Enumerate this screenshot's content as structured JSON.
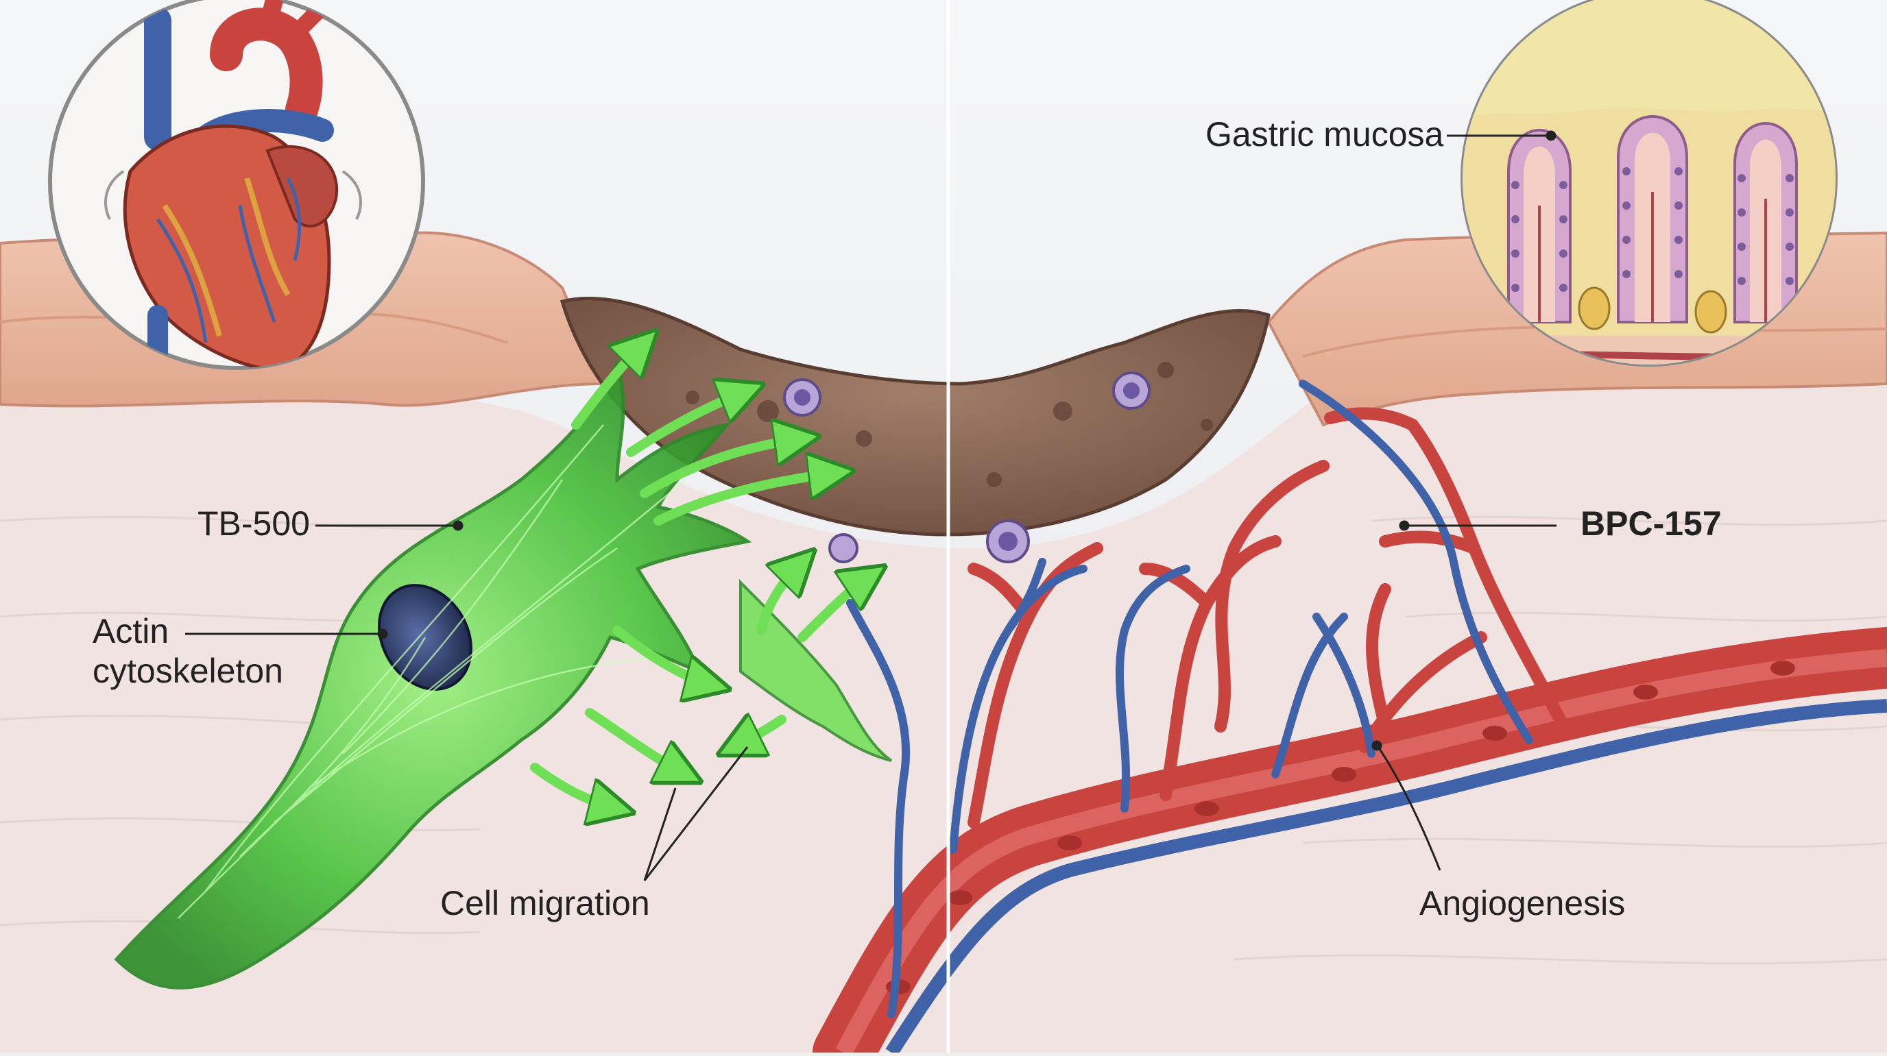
{
  "labels": {
    "tb500": "TB-500",
    "actin": "Actin cytoskeleton",
    "cell_migration": "Cell migration",
    "gastric_mucosa": "Gastric mucosa",
    "bpc157": "BPC-157",
    "angiogenesis": "Angiogenesis"
  },
  "colors": {
    "background_top": "#eef0f3",
    "dermis": "#f2e6e4",
    "epidermis": "#e9b7a0",
    "wound": "#8e6b5a",
    "fibroblast": "#4cc23f",
    "artery": "#c9433f",
    "vein": "#3f62a8",
    "divider": "#ffffff"
  },
  "icons": [
    "heart-icon",
    "gastric-mucosa-inset-icon",
    "fibroblast-cell-icon",
    "migration-arrow-icon",
    "blood-vessel-icon"
  ]
}
